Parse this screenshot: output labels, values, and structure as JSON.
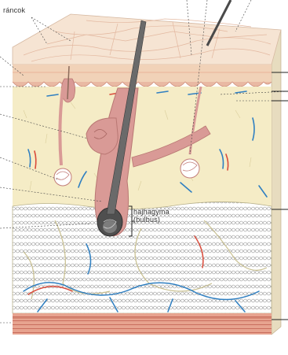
{
  "labels": {
    "top_left": "ráncok",
    "hair_bulb_line1": "hajhagyma",
    "hair_bulb_line2": "(bulbus)"
  },
  "colors": {
    "epidermis": "#f1d2b8",
    "dermis": "#f5ecc6",
    "hypodermis_fat": "#ffffff",
    "fat_outline": "#8d8d8d",
    "follicle": "#d99a96",
    "hair_shaft": "#5a5a5a",
    "vein": "#2f7fc1",
    "artery": "#d94a3a",
    "muscle": "#c96e5e",
    "leader_line": "#444444"
  }
}
